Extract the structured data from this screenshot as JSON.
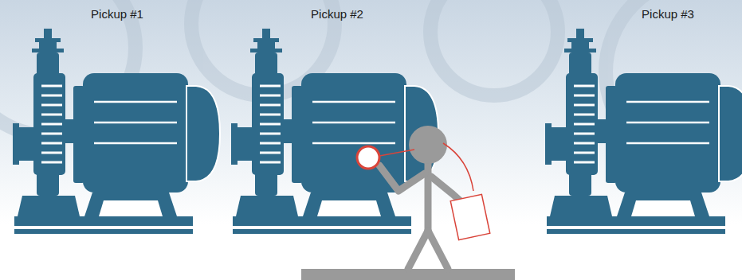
{
  "diagram": {
    "labels": [
      "Pickup #1",
      "Pickup #2",
      "Pickup #3"
    ]
  }
}
